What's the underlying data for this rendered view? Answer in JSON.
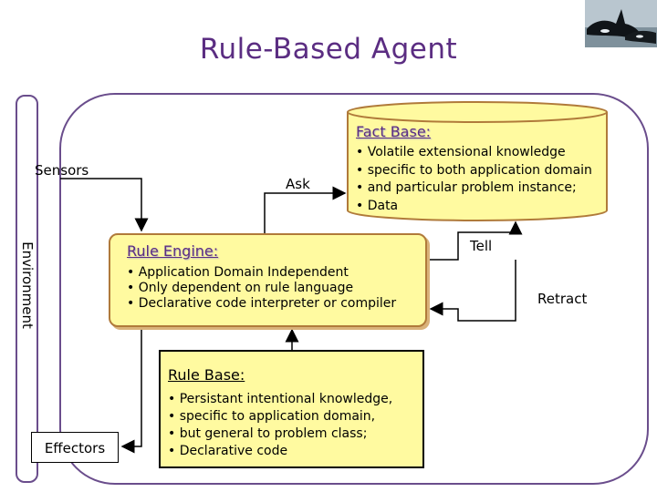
{
  "title": "Rule-Based Agent",
  "environment_label": "Environment",
  "sensors_label": "Sensors",
  "effectors_label": "Effectors",
  "ask_label": "Ask",
  "tell_label": "Tell",
  "retract_label": "Retract",
  "fact_base": {
    "title": "Fact Base:",
    "items": [
      "• Volatile extensional knowledge",
      "• specific to both application domain",
      "• and particular problem instance;",
      "• Data"
    ]
  },
  "rule_engine": {
    "title": "Rule Engine:",
    "items": [
      "• Application Domain Independent",
      "• Only dependent on rule language",
      "• Declarative code interpreter or compiler"
    ]
  },
  "rule_base": {
    "title": "Rule Base:",
    "items": [
      "• Persistant intentional knowledge,",
      "• specific to application domain,",
      "• but general to problem class;",
      "• Declarative code"
    ]
  },
  "colors": {
    "title": "#5b2d82",
    "box_fill": "#fffaa0",
    "agent_border": "#6a4d8c"
  },
  "photo_icon": "orca-photo-icon"
}
